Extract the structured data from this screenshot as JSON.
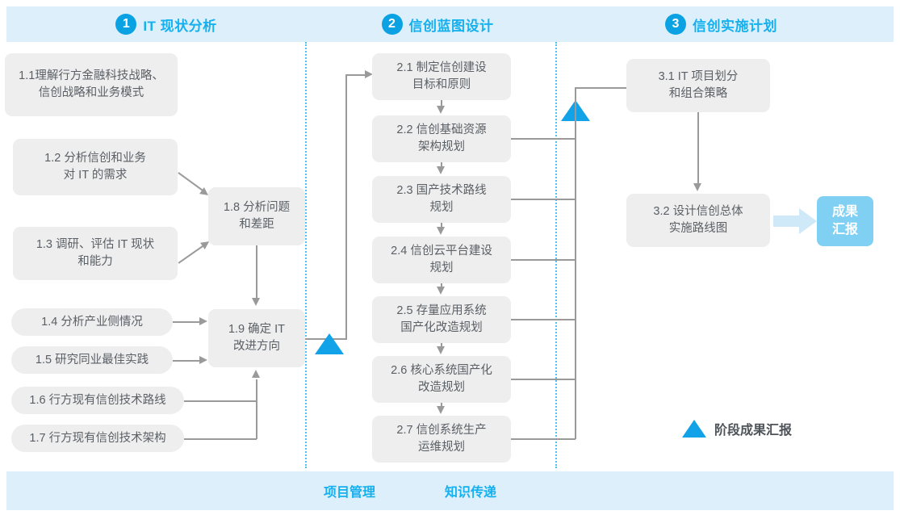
{
  "phases": [
    {
      "number": "1",
      "title": "IT 现状分析"
    },
    {
      "number": "2",
      "title": "信创蓝图设计"
    },
    {
      "number": "3",
      "title": "信创实施计划"
    }
  ],
  "column1": {
    "inputs": [
      {
        "id": "1.1",
        "text": "1.1理解行方金融科技战略、\n信创战略和业务模式"
      },
      {
        "id": "1.2",
        "text": "1.2 分析信创和业务\n对 IT 的需求"
      },
      {
        "id": "1.3",
        "text": "1.3 调研、评估 IT 现状\n和能力"
      },
      {
        "id": "1.4",
        "text": "1.4 分析产业侧情况"
      },
      {
        "id": "1.5",
        "text": "1.5 研究同业最佳实践"
      },
      {
        "id": "1.6",
        "text": "1.6 行方现有信创技术路线"
      },
      {
        "id": "1.7",
        "text": "1.7 行方现有信创技术架构"
      }
    ],
    "outputs": [
      {
        "id": "1.8",
        "text": "1.8 分析问题\n和差距"
      },
      {
        "id": "1.9",
        "text": "1.9 确定 IT\n改进方向"
      }
    ]
  },
  "column2": {
    "items": [
      {
        "id": "2.1",
        "text": "2.1 制定信创建设\n目标和原则"
      },
      {
        "id": "2.2",
        "text": "2.2 信创基础资源\n架构规划"
      },
      {
        "id": "2.3",
        "text": "2.3 国产技术路线\n规划"
      },
      {
        "id": "2.4",
        "text": "2.4 信创云平台建设\n规划"
      },
      {
        "id": "2.5",
        "text": "2.5 存量应用系统\n国产化改造规划"
      },
      {
        "id": "2.6",
        "text": "2.6 核心系统国产化\n改造规划"
      },
      {
        "id": "2.7",
        "text": "2.7 信创系统生产\n运维规划"
      }
    ]
  },
  "column3": {
    "items": [
      {
        "id": "3.1",
        "text": "3.1 IT 项目划分\n和组合策略"
      },
      {
        "id": "3.2",
        "text": "3.2 设计信创总体\n实施路线图"
      }
    ],
    "result_badge": "成果\n汇报"
  },
  "legend": {
    "label": "阶段成果汇报",
    "marker": "blue-triangle"
  },
  "bottom_band": {
    "labels": [
      "项目管理",
      "知识传递"
    ]
  },
  "colors": {
    "band_fill": "#ddeffa",
    "accent_blue": "#15b0ee",
    "circle_blue": "#0aa2e2",
    "node_gray": "#eeeeee",
    "node_text": "#5b6066",
    "connector_gray": "#9a9a9a",
    "milestone_triangle": "#11a2e8",
    "badge_blue": "#7fd0f2",
    "divider_dotted": "#4ec3ef",
    "big_arrow": "#cfe9f8"
  }
}
